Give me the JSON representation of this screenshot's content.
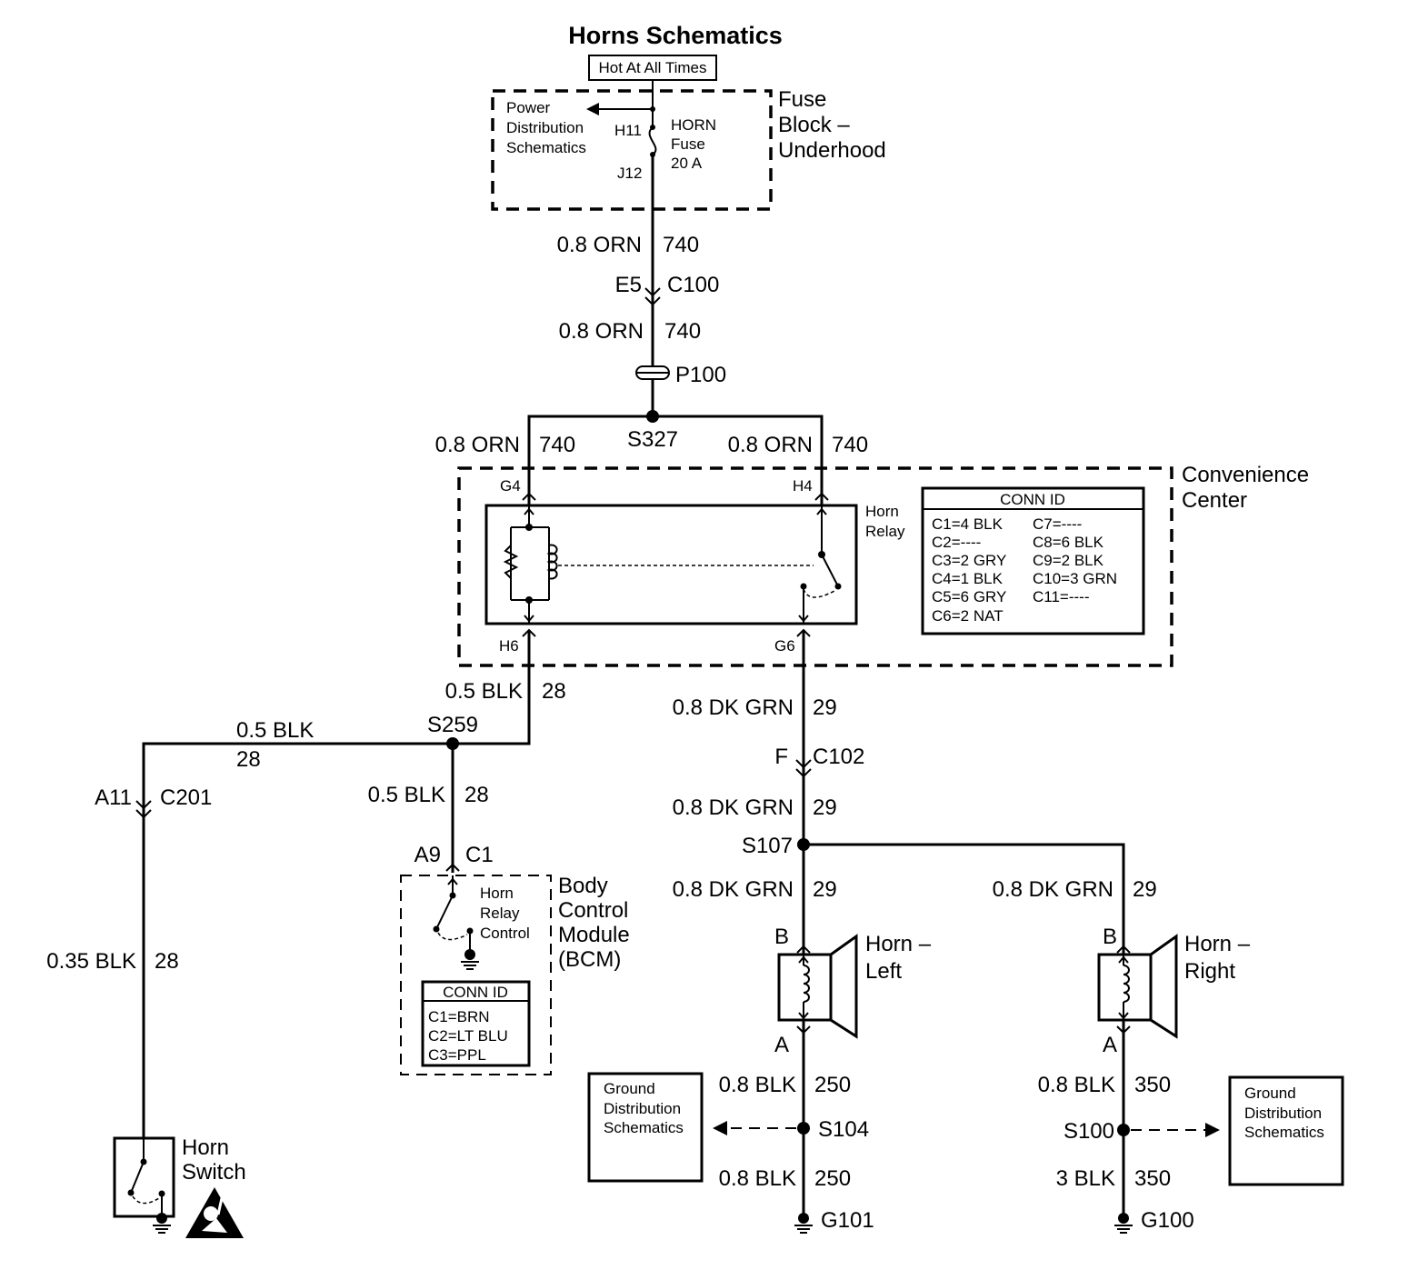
{
  "title": "Horns Schematics",
  "hot_label": "Hot At All Times",
  "fuse_block": {
    "label": [
      "Fuse",
      "Block –",
      "Underhood"
    ],
    "power_ref": [
      "Power",
      "Distribution",
      "Schematics"
    ],
    "pin_top": "H11",
    "pin_bottom": "J12",
    "fuse": [
      "HORN",
      "Fuse",
      "20 A"
    ]
  },
  "wires": {
    "w1": {
      "gauge": "0.8 ORN",
      "circuit": "740"
    },
    "c100": {
      "pin": "E5",
      "name": "C100"
    },
    "w2": {
      "gauge": "0.8 ORN",
      "circuit": "740"
    },
    "p100": "P100",
    "s327": "S327",
    "w3l": {
      "gauge": "0.8 ORN",
      "circuit": "740"
    },
    "w3r": {
      "gauge": "0.8 ORN",
      "circuit": "740"
    },
    "w4": {
      "gauge": "0.5 BLK",
      "circuit": "28"
    },
    "s259": "S259",
    "w5": {
      "gauge": "0.5 BLK",
      "circuit": "28"
    },
    "w6": {
      "gauge": "0.5 BLK",
      "circuit": "28"
    },
    "c201": {
      "pin": "A11",
      "name": "C201"
    },
    "w7": {
      "gauge": "0.35 BLK",
      "circuit": "28"
    },
    "c1": {
      "pin": "A9",
      "name": "C1"
    },
    "w8": {
      "gauge": "0.8 DK GRN",
      "circuit": "29"
    },
    "c102": {
      "pin": "F",
      "name": "C102"
    },
    "w9": {
      "gauge": "0.8 DK GRN",
      "circuit": "29"
    },
    "s107": "S107",
    "w10": {
      "gauge": "0.8 DK GRN",
      "circuit": "29"
    },
    "w11": {
      "gauge": "0.8 DK GRN",
      "circuit": "29"
    },
    "w12": {
      "gauge": "0.8 BLK",
      "circuit": "250"
    },
    "s104": "S104",
    "w13": {
      "gauge": "0.8 BLK",
      "circuit": "250"
    },
    "g101": "G101",
    "w14": {
      "gauge": "0.8 BLK",
      "circuit": "350"
    },
    "s100": "S100",
    "w15": {
      "gauge": "3 BLK",
      "circuit": "350"
    },
    "g100": "G100"
  },
  "convenience_center": {
    "label": [
      "Convenience",
      "Center"
    ],
    "pins": {
      "g4": "G4",
      "h4": "H4",
      "h6": "H6",
      "g6": "G6"
    },
    "relay_label": [
      "Horn",
      "Relay"
    ],
    "conn_id": {
      "title": "CONN ID",
      "left": [
        "C1=4 BLK",
        "C2=----",
        "C3=2 GRY",
        "C4=1 BLK",
        "C5=6 GRY",
        "C6=2 NAT"
      ],
      "right": [
        "C7=----",
        "C8=6 BLK",
        "C9=2 BLK",
        "C10=3 GRN",
        "C11=----"
      ]
    }
  },
  "bcm": {
    "label": [
      "Body",
      "Control",
      "Module",
      "(BCM)"
    ],
    "relay_control": [
      "Horn",
      "Relay",
      "Control"
    ],
    "conn_id": {
      "title": "CONN ID",
      "rows": [
        "C1=BRN",
        "C2=LT BLU",
        "C3=PPL"
      ]
    }
  },
  "horn_left": {
    "label": [
      "Horn –",
      "Left"
    ],
    "pin_b": "B",
    "pin_a": "A"
  },
  "horn_right": {
    "label": [
      "Horn –",
      "Right"
    ],
    "pin_b": "B",
    "pin_a": "A"
  },
  "horn_switch": {
    "label": [
      "Horn",
      "Switch"
    ]
  },
  "ground_ref_left": [
    "Ground",
    "Distribution",
    "Schematics"
  ],
  "ground_ref_right": [
    "Ground",
    "Distribution",
    "Schematics"
  ]
}
